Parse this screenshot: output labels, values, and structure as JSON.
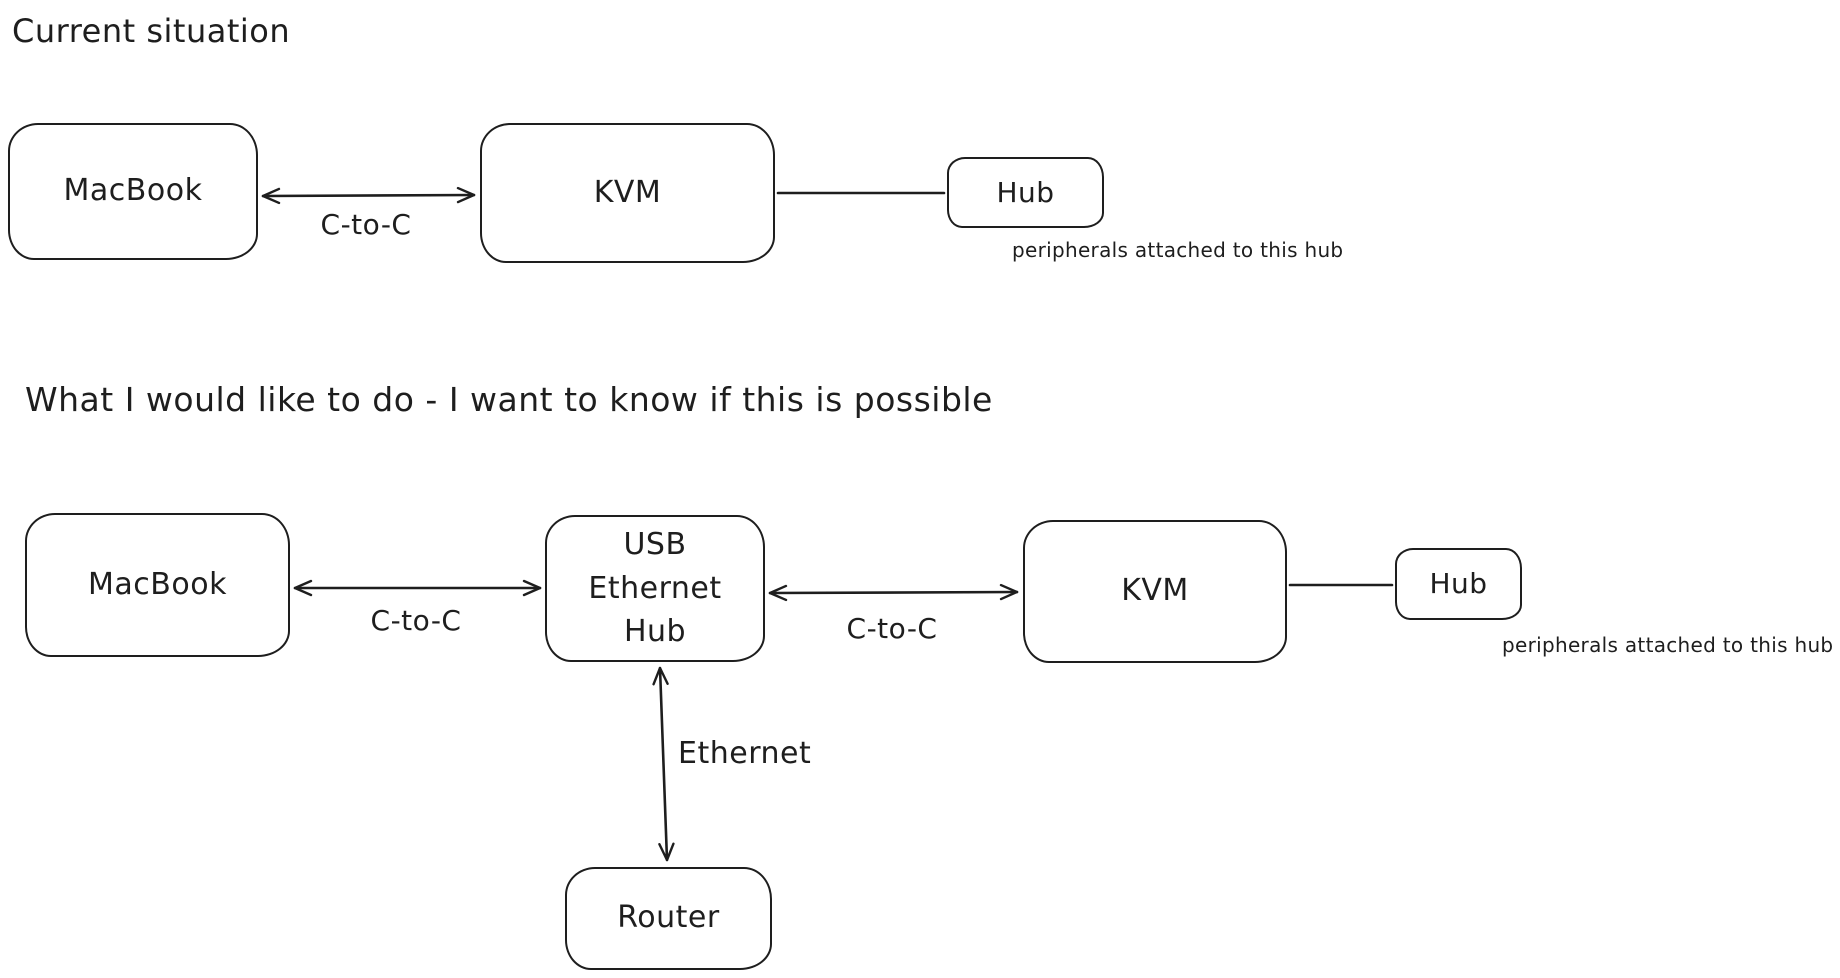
{
  "colors": {
    "stroke": "#1e1e1e",
    "background": "#ffffff"
  },
  "section1": {
    "heading": "Current situation",
    "nodes": {
      "macbook": "MacBook",
      "kvm": "KVM",
      "hub": "Hub"
    },
    "edge_labels": {
      "macbook_kvm": "C-to-C"
    },
    "caption": "peripherals attached to this hub"
  },
  "section2": {
    "heading": "What I would like to do - I want to know if this is possible",
    "nodes": {
      "macbook": "MacBook",
      "usb_hub_lines": [
        "USB",
        "Ethernet",
        "Hub"
      ],
      "kvm": "KVM",
      "hub": "Hub",
      "router": "Router"
    },
    "edge_labels": {
      "macbook_usbhub": "C-to-C",
      "usbhub_kvm": "C-to-C",
      "usbhub_router": "Ethernet"
    },
    "caption": "peripherals attached to this hub"
  }
}
